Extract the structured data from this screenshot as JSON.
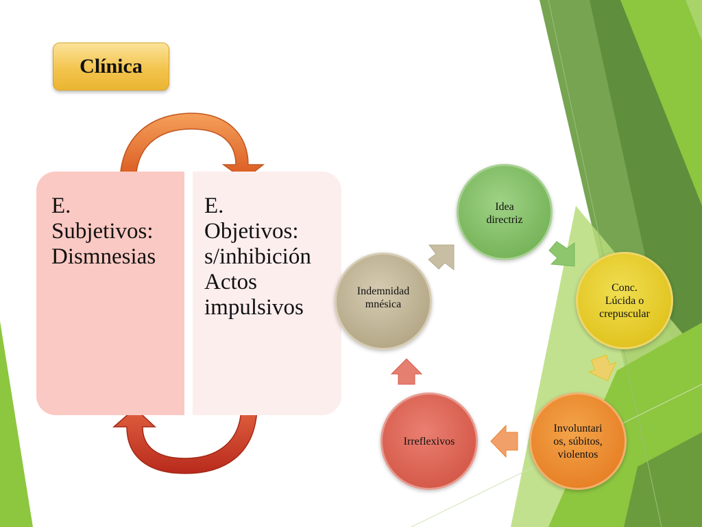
{
  "slide": {
    "title": "Clínica"
  },
  "panels": {
    "left": {
      "lines": [
        "E.",
        "Subjetivos:",
        "Dismnesias"
      ]
    },
    "right": {
      "lines": [
        "E.",
        "Objetivos:",
        "s/inhibición",
        "Actos",
        "impulsivos"
      ]
    }
  },
  "cycle": {
    "nodes": [
      {
        "label": "Idea\ndirectriz",
        "color": "#79b65c"
      },
      {
        "label": "Conc.\nLúcida o\ncrepuscular",
        "color": "#e2c522"
      },
      {
        "label": "Involuntari\nos, súbitos,\nviolentos",
        "color": "#e88329"
      },
      {
        "label": "Irreflexivos",
        "color": "#d65c4c"
      },
      {
        "label": "Indemnidad\nmnésica",
        "color": "#b6aa8a"
      }
    ]
  },
  "colors": {
    "accent_green": "#8dc63f",
    "title_gold": "#f3c44e",
    "arrow_orange": "#e8742c",
    "arrow_red": "#c63a2a"
  }
}
